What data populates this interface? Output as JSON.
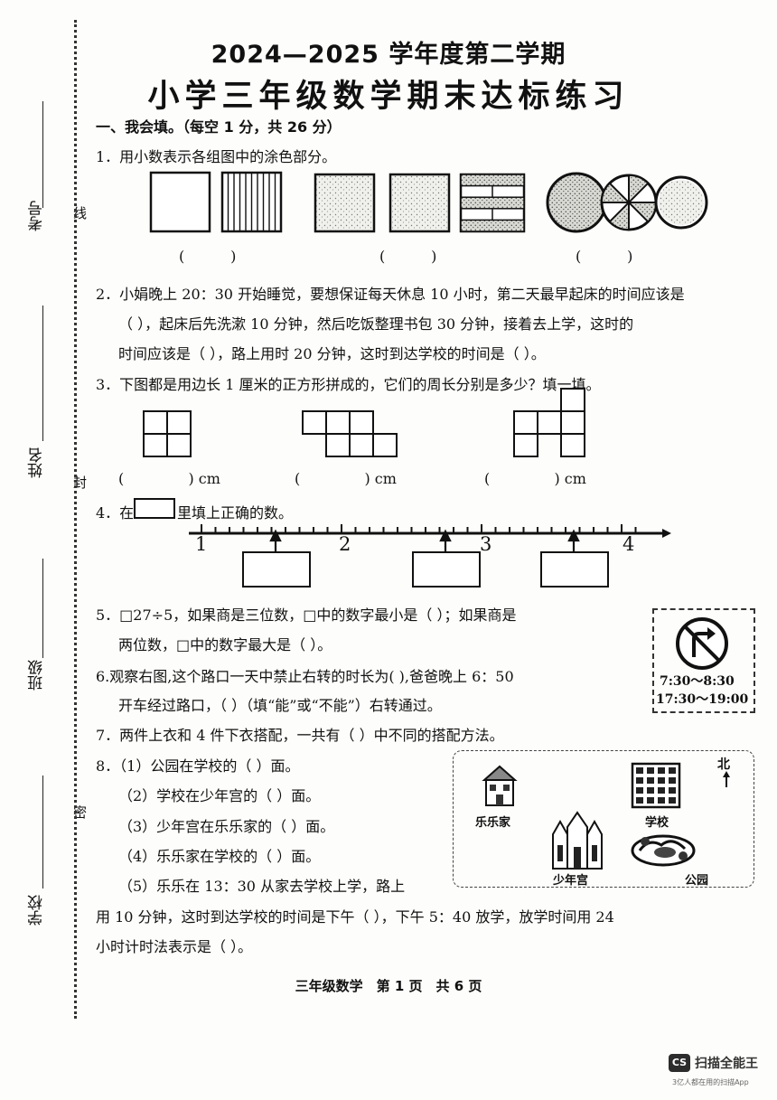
{
  "title": "2024—2025 学年度第二学期",
  "subtitle": "小学三年级数学期末达标练习",
  "sidebar": {
    "exam_no": "考号",
    "name": "姓名",
    "class": "班级",
    "school": "学校",
    "xian": "线",
    "feng": "封",
    "mi": "密"
  },
  "section1": "一、我会填。（每空 1 分，共 26 分）",
  "q1": {
    "text": "1．用小数表示各组图中的涂色部分。",
    "blank": "(          )"
  },
  "q2": {
    "line1": "2．小娟晚上 20：30 开始睡觉，要想保证每天休息 10 小时，第二天最早起床的时间应该是",
    "line2": "（          ），起床后先洗漱 10 分钟，然后吃饭整理书包 30 分钟，接着去上学，这时的",
    "line3": "时间应该是（          ），路上用时 20 分钟，这时到达学校的时间是（          ）。"
  },
  "q3": {
    "text": "3．下图都是用边长 1 厘米的正方形拼成的，它们的周长分别是多少？填一填。",
    "blank": "(              ) cm"
  },
  "q4": {
    "text_pre": "4．在",
    "text_post": "里填上正确的数。",
    "labels": [
      "1",
      "2",
      "3",
      "4"
    ]
  },
  "q5": {
    "line1": "5．□27÷5，如果商是三位数，□中的数字最小是（          ）；如果商是",
    "line2": "两位数，□中的数字最大是（        ）。"
  },
  "q6": {
    "line1": "6.观察右图,这个路口一天中禁止右转的时长为(          ),爸爸晚上 6：50",
    "line2": "开车经过路口，（          ）（填“能”或“不能”）右转通过。",
    "sign_time1": "7:30～8:30",
    "sign_time2": "17:30～19:00"
  },
  "q7": {
    "text": "7．两件上衣和 4 件下衣搭配，一共有（          ）中不同的搭配方法。"
  },
  "q8": {
    "text": "8．（1）公园在学校的（              ）面。",
    "s2": "（2）学校在少年宫的（              ）面。",
    "s3": "（3）少年宫在乐乐家的（              ）面。",
    "s4": "（4）乐乐家在学校的（              ）面。",
    "s5": "（5）乐乐在 13：30 从家去学校上学，路上",
    "s5b": "用 10 分钟，这时到达学校的时间是下午（                ），下午 5：40 放学，放学时间用 24",
    "s5c": "小时计时法表示是（            ）。",
    "map": {
      "north": "北",
      "home": "乐乐家",
      "school": "学校",
      "palace": "少年宫",
      "park": "公园"
    }
  },
  "footer": "三年级数学　第 1 页　共 6 页",
  "watermark": {
    "badge": "CS",
    "name": "扫描全能王",
    "sub": "3亿人都在用的扫描App"
  }
}
